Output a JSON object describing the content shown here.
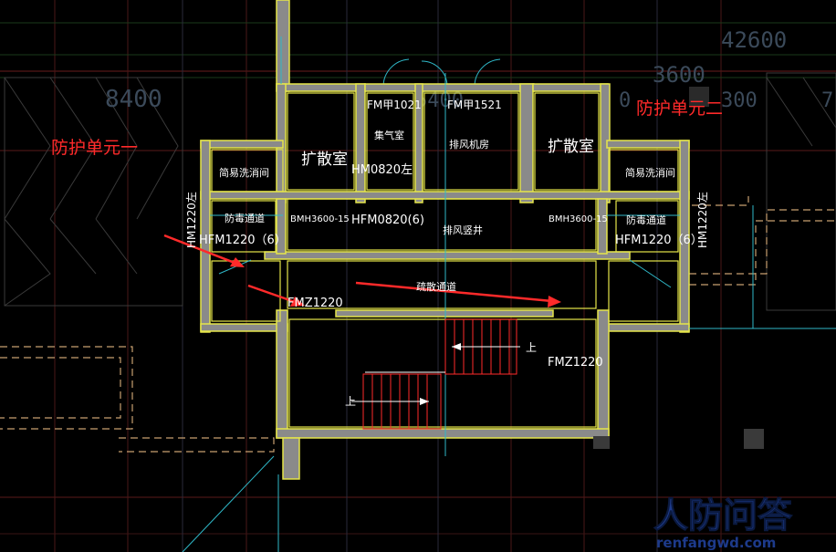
{
  "dimensions": {
    "d1": "42600",
    "d2": "3600",
    "d3": "8400",
    "d4": "5400",
    "d5": "0",
    "d6": "300",
    "d7": "7"
  },
  "units": {
    "unit1": "防护单元一",
    "unit2": "防护单元二"
  },
  "rooms": {
    "diffusion_left": "扩散室",
    "diffusion_right": "扩散室",
    "gas_collect": "集气室",
    "exhaust_room": "排风机房",
    "wash_left": "简易洗消间",
    "wash_right": "简易洗消间",
    "antigas_left": "防毒通道",
    "antigas_right": "防毒通道",
    "exhaust_shaft": "排风竖井",
    "evac_corridor": "疏散通道"
  },
  "doors": {
    "fm1021": "FM甲1021",
    "fm1521": "FM甲1521",
    "hm0820": "HM0820左",
    "hfm0820": "HFM0820(6)",
    "bmh_left": "BMH3600-15",
    "bmh_right": "BMH3600-15",
    "hfm1220_left": "HFM1220（6）",
    "hfm1220_right": "HFM1220（6）",
    "hm1220_left": "HM1220左",
    "hm1220_right": "HM1220左",
    "fmz_left": "FMZ1220",
    "fmz_right": "FMZ1220"
  },
  "stairs": {
    "up_top": "上",
    "up_bottom": "上"
  },
  "watermark": {
    "brand": "人防问答",
    "url": "renfangwd.com"
  },
  "colors": {
    "background": "#000000",
    "wall_outline": "#e6e64a",
    "wall_fill": "#8a8a8a",
    "annotation": "#ff2a2a",
    "label": "#ffffff",
    "cyan_line": "#2fb8c8"
  }
}
